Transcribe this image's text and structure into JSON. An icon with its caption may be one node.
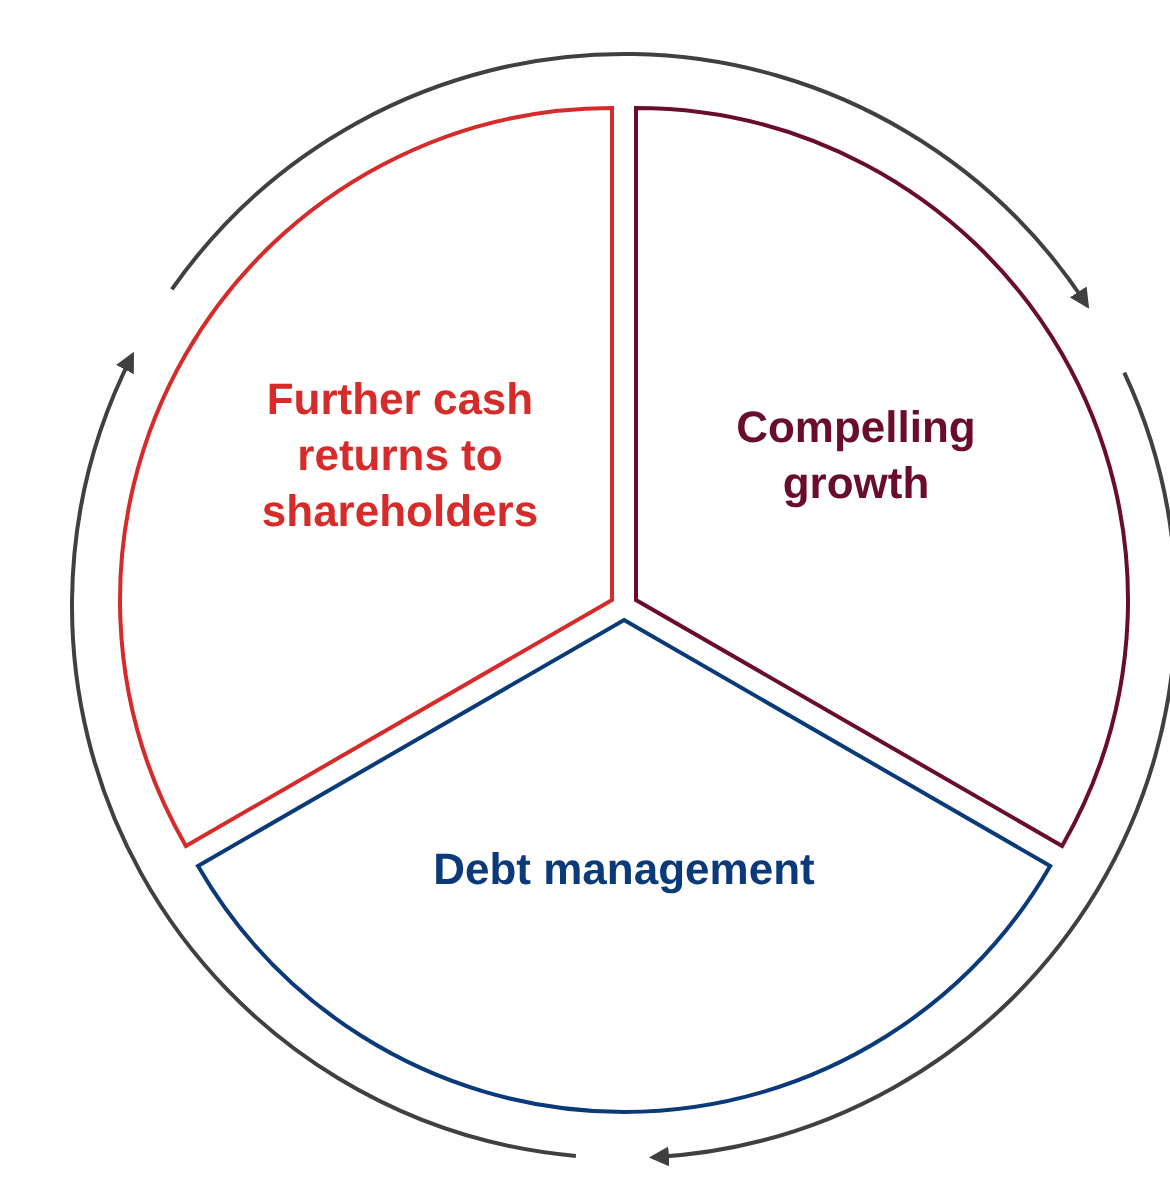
{
  "diagram": {
    "nodes": [
      {
        "text": [
          "Further cash returns to shareholders"
        ]
      },
      {
        "text": [
          "Compelling growth"
        ]
      },
      {
        "text": [
          "Debt management"
        ]
      }
    ],
    "edges": [
      {
        "from": 0,
        "to": 1,
        "arrow": "to"
      },
      {
        "from": 1,
        "to": 2,
        "arrow": "to"
      },
      {
        "from": 2,
        "to": 0,
        "arrow": "to"
      }
    ]
  }
}
